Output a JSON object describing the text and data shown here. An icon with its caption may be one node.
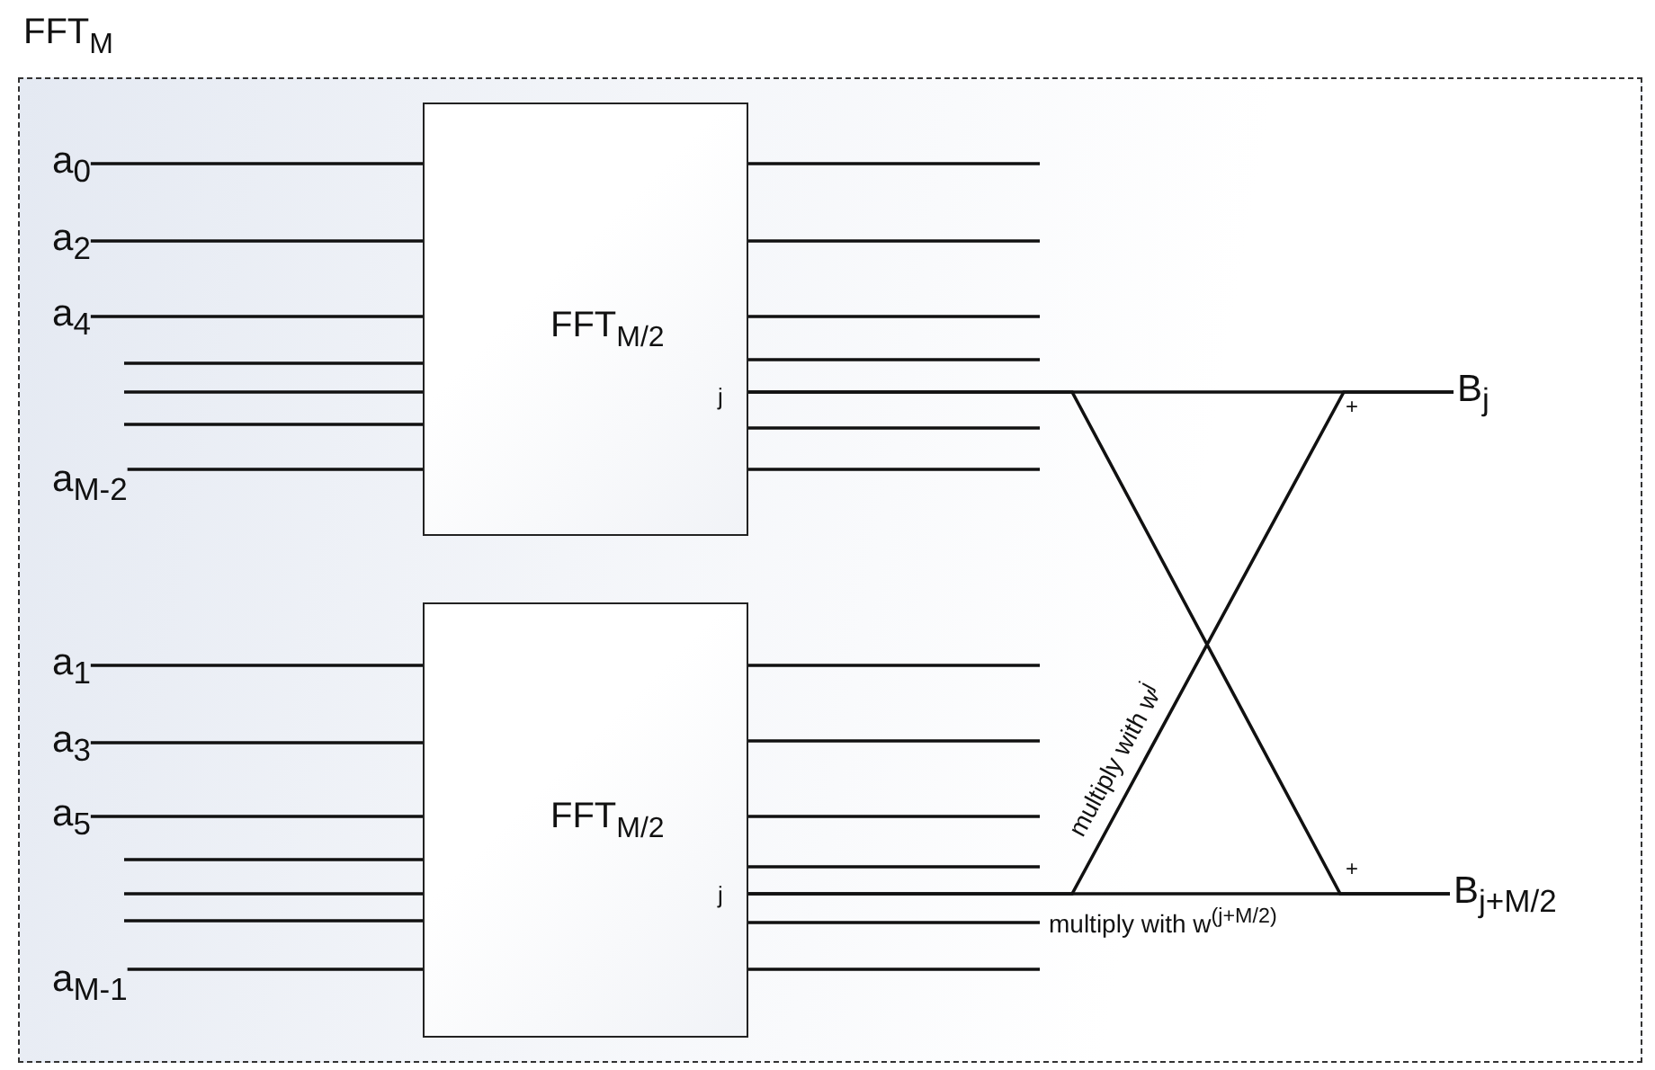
{
  "diagram": {
    "nodes": [
      {
        "text": [
          "FFT$_{M}$"
        ]
      },
      {
        "text": [
          "FFT$_{M/2}$",
          "j"
        ],
        "in": 0
      },
      {
        "text": [
          "a$_{0}$"
        ],
        "in": 0
      },
      {
        "text": [
          "a$_{2}$"
        ],
        "in": 0
      },
      {
        "text": [
          "a$_{4}$"
        ],
        "in": 0
      },
      {
        "text": [
          "a$_{M-2}$"
        ],
        "in": 0
      },
      {
        "text": [
          "FFT$_{M/2}$",
          "j"
        ],
        "in": 0
      },
      {
        "text": [
          "a$_{1}$"
        ],
        "in": 0
      },
      {
        "text": [
          "a$_{3}$"
        ],
        "in": 0
      },
      {
        "text": [
          "a$_{5}$"
        ],
        "in": 0
      },
      {
        "text": [
          "a$_{M-1}$"
        ],
        "in": 0
      },
      {
        "text": [
          "B$_{j}$"
        ],
        "in": 0
      },
      {
        "text": [
          "B$_{j+M/2}$"
        ],
        "in": 0
      }
    ],
    "edges": [
      {
        "from": 2,
        "to": 1,
        "arrow": "none"
      },
      {
        "from": 3,
        "to": 1,
        "arrow": "none"
      },
      {
        "from": 4,
        "to": 1,
        "arrow": "none"
      },
      {
        "from": null,
        "to": 1,
        "arrow": "none"
      },
      {
        "from": null,
        "to": 1,
        "arrow": "none"
      },
      {
        "from": null,
        "to": 1,
        "arrow": "none"
      },
      {
        "from": 5,
        "to": 1,
        "arrow": "none"
      },
      {
        "from": 1,
        "to": null,
        "arrow": "none"
      },
      {
        "from": 1,
        "to": null,
        "arrow": "none"
      },
      {
        "from": 1,
        "to": null,
        "arrow": "none"
      },
      {
        "from": 1,
        "to": null,
        "arrow": "none"
      },
      {
        "from": 1,
        "to": null,
        "arrow": "none"
      },
      {
        "from": 1,
        "to": null,
        "arrow": "none"
      },
      {
        "from": 1,
        "to": 11,
        "arrow": "none"
      },
      {
        "from": 1,
        "to": 12,
        "arrow": "none"
      },
      {
        "from": 7,
        "to": 6,
        "arrow": "none"
      },
      {
        "from": 8,
        "to": 6,
        "arrow": "none"
      },
      {
        "from": 9,
        "to": 6,
        "arrow": "none"
      },
      {
        "from": null,
        "to": 6,
        "arrow": "none"
      },
      {
        "from": null,
        "to": 6,
        "arrow": "none"
      },
      {
        "from": null,
        "to": 6,
        "arrow": "none"
      },
      {
        "from": 10,
        "to": 6,
        "arrow": "none"
      },
      {
        "from": 6,
        "to": null,
        "arrow": "none"
      },
      {
        "from": 6,
        "to": null,
        "arrow": "none"
      },
      {
        "from": 6,
        "to": null,
        "arrow": "none"
      },
      {
        "from": 6,
        "to": null,
        "arrow": "none"
      },
      {
        "from": 6,
        "to": null,
        "arrow": "none"
      },
      {
        "from": 6,
        "to": null,
        "arrow": "none"
      },
      {
        "from": 6,
        "to": 11,
        "label": "multiply with w$^{j}$",
        "arrow": "none"
      },
      {
        "from": 6,
        "to": 12,
        "label": "multiply with w$^{(j+M/2)}$",
        "arrow": "none"
      }
    ],
    "labels": [
      "+",
      "+"
    ]
  }
}
